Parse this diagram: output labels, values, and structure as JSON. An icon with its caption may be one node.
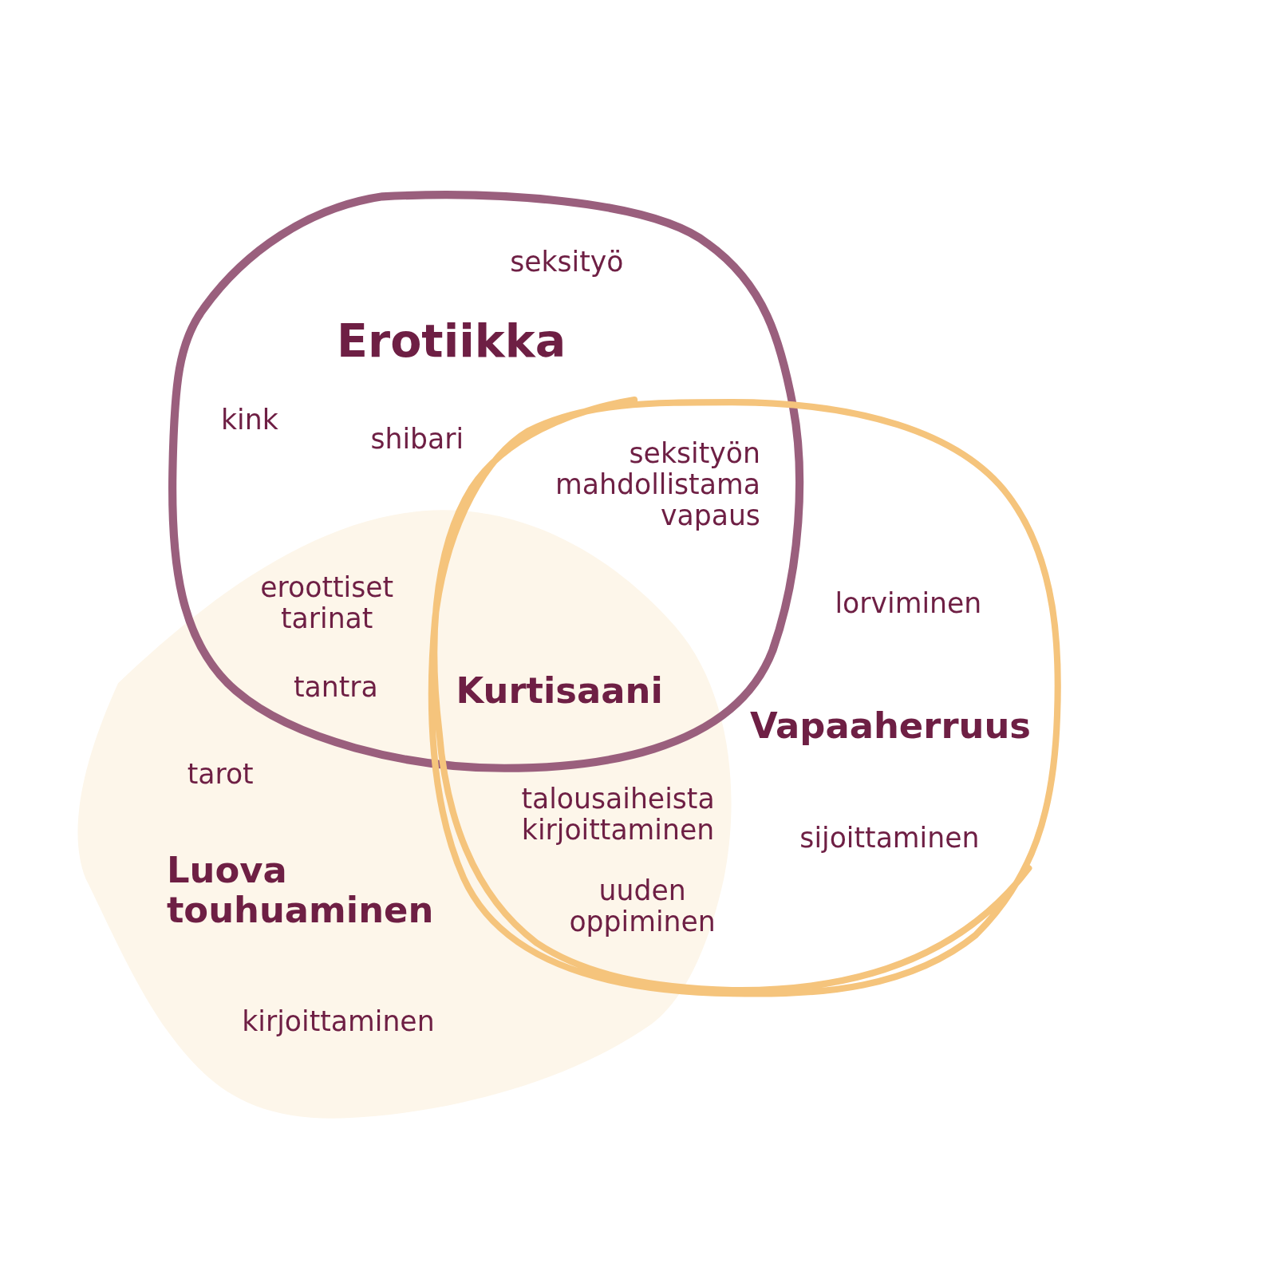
{
  "diagram": {
    "nodes": [
      {
        "text": [
          "Erotiikka"
        ]
      },
      {
        "text": [
          "Vapaaherruus"
        ]
      },
      {
        "text": [
          "Luova touhuaminen"
        ]
      }
    ],
    "edges": [],
    "labels": [
      "seksityö",
      "kink",
      "shibari",
      "seksityön mahdollistama vapaus",
      "eroottiset tarinat",
      "lorviminen",
      "tantra",
      "Kurtisaani",
      "tarot",
      "talousaiheista kirjoittaminen",
      "sijoittaminen",
      "uuden oppiminen",
      "kirjoittaminen"
    ]
  }
}
